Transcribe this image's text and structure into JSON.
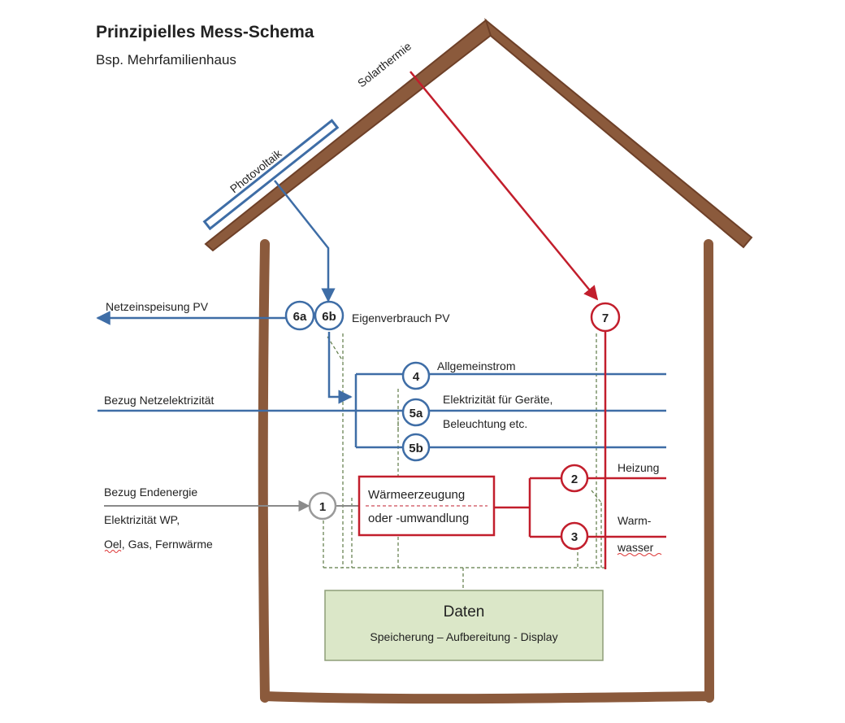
{
  "title": "Prinzipielles Mess-Schema",
  "subtitle": "Bsp. Mehrfamilienhaus",
  "panels": {
    "solarthermie": "Solarthermie",
    "photovoltaik": "Photovoltaik"
  },
  "labels": {
    "netzeinspeisung": "Netzeinspeisung PV",
    "eigenverbrauch": "Eigenverbrauch PV",
    "allgemeinstrom": "Allgemeinstrom",
    "bezug_netz": "Bezug Netzelektrizität",
    "geraete_line1": "Elektrizität für Geräte,",
    "geraete_line2": "Beleuchtung etc.",
    "bezug_endenergie": "Bezug Endenergie",
    "endenergie_line1": "Elektrizität WP,",
    "endenergie_line2_a": "Oel",
    "endenergie_line2_b": ", Gas, Fernwärme",
    "heizung": "Heizung",
    "warm_line1": "Warm-",
    "warm_line2": "wasser"
  },
  "waermeerzeugung": {
    "line1": "Wärmeerzeugung",
    "line2": "oder -umwandlung"
  },
  "meters": {
    "m1": "1",
    "m2": "2",
    "m3": "3",
    "m4": "4",
    "m5a": "5a",
    "m5b": "5b",
    "m6a": "6a",
    "m6b": "6b",
    "m7": "7"
  },
  "daten": {
    "title": "Daten",
    "subtitle": "Speicherung – Aufbereitung - Display"
  },
  "colors": {
    "brown": "#8b5a3c",
    "blue": "#3e6da6",
    "red": "#c21e2c",
    "gray": "#8a8a8a",
    "dashed_green": "#5e7a46",
    "data_fill": "#dbe7c8",
    "data_stroke": "#8e9e78"
  }
}
